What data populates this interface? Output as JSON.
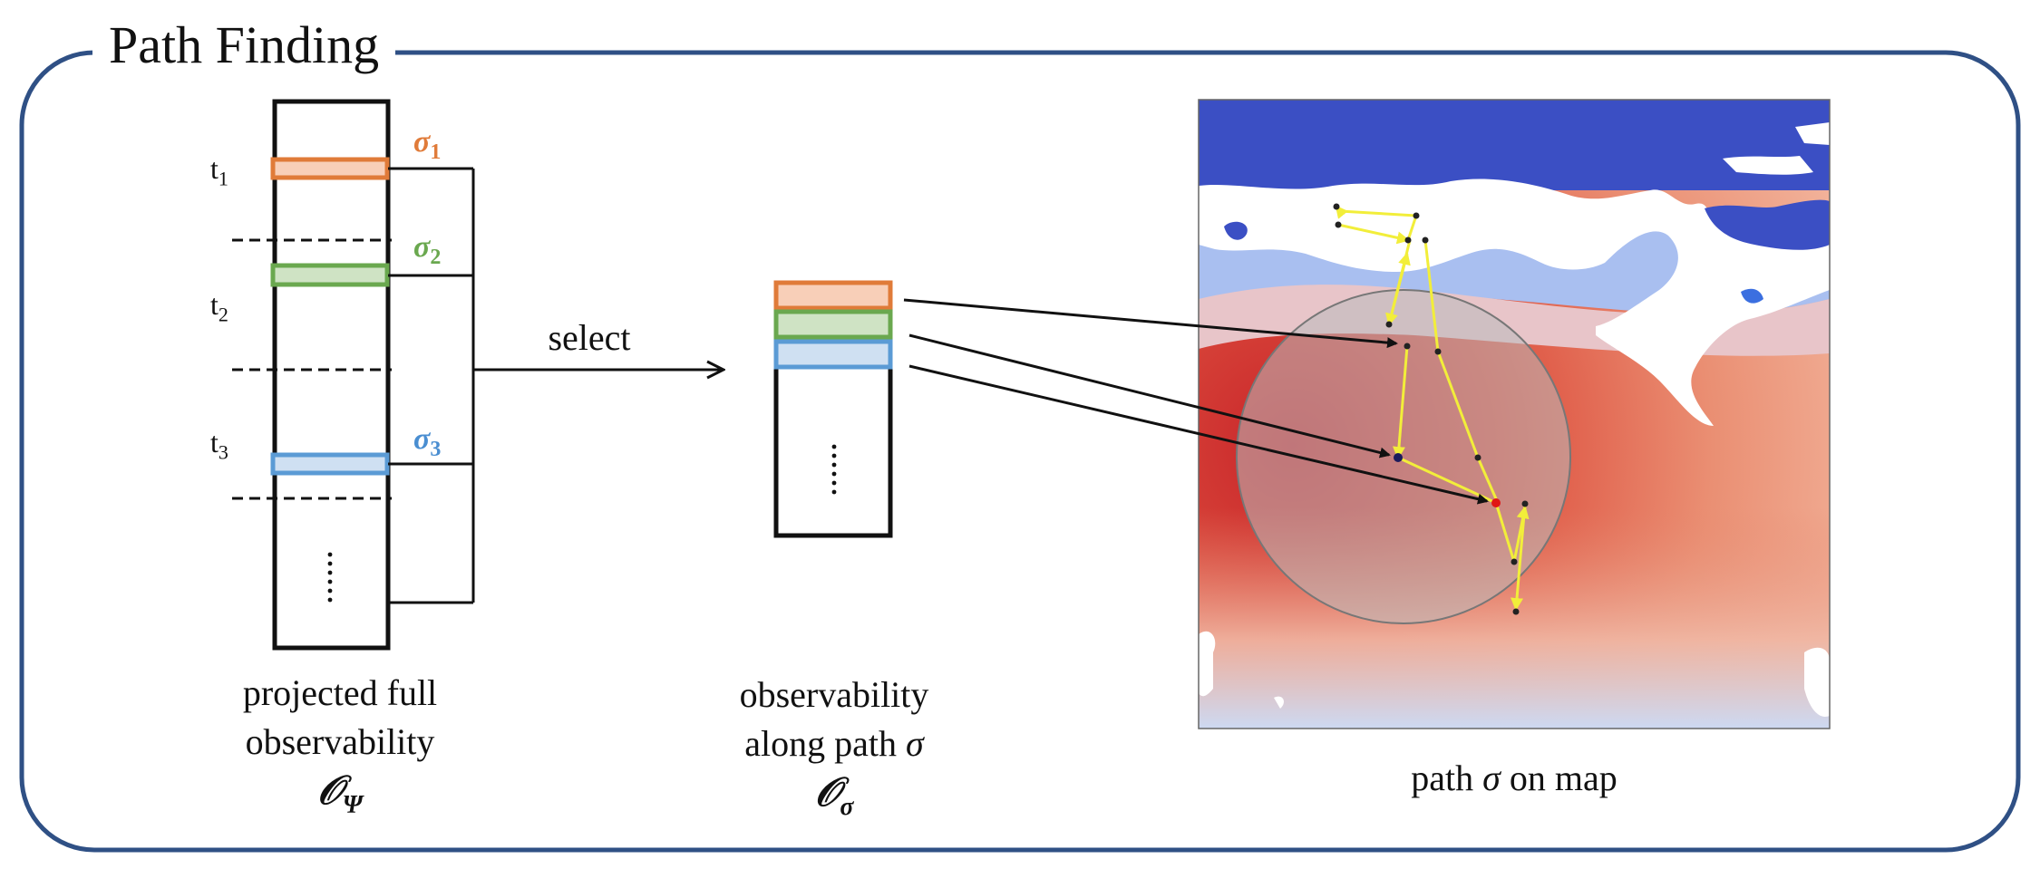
{
  "title": "Path Finding",
  "time_labels": [
    "t",
    "t",
    "t"
  ],
  "time_subscripts": [
    "1",
    "2",
    "3"
  ],
  "sigma_labels": [
    {
      "symbol": "σ",
      "sub": "1",
      "color": "#e07b39"
    },
    {
      "symbol": "σ",
      "sub": "2",
      "color": "#6aa84f"
    },
    {
      "symbol": "σ",
      "sub": "3",
      "color": "#4a8ed1"
    }
  ],
  "select_label": "select",
  "left_caption": {
    "line1": "projected full",
    "line2": "observability",
    "math": "𝒪",
    "math_sub": "Ψ"
  },
  "middle_caption": {
    "line1": "observability",
    "line2_prefix": "along path ",
    "line2_symbol": "σ",
    "math": "𝒪",
    "math_sub": "σ"
  },
  "right_caption": {
    "prefix": "path ",
    "symbol": "σ",
    "suffix": " on map"
  },
  "colors": {
    "frame": "#2f5085",
    "orange_stroke": "#e07b39",
    "orange_fill": "#f8cfb8",
    "green_stroke": "#6aa84f",
    "green_fill": "#cfe3c4",
    "blue_stroke": "#5b9bd5",
    "blue_fill": "#cfe0f2",
    "path": "#f2ee3a"
  }
}
